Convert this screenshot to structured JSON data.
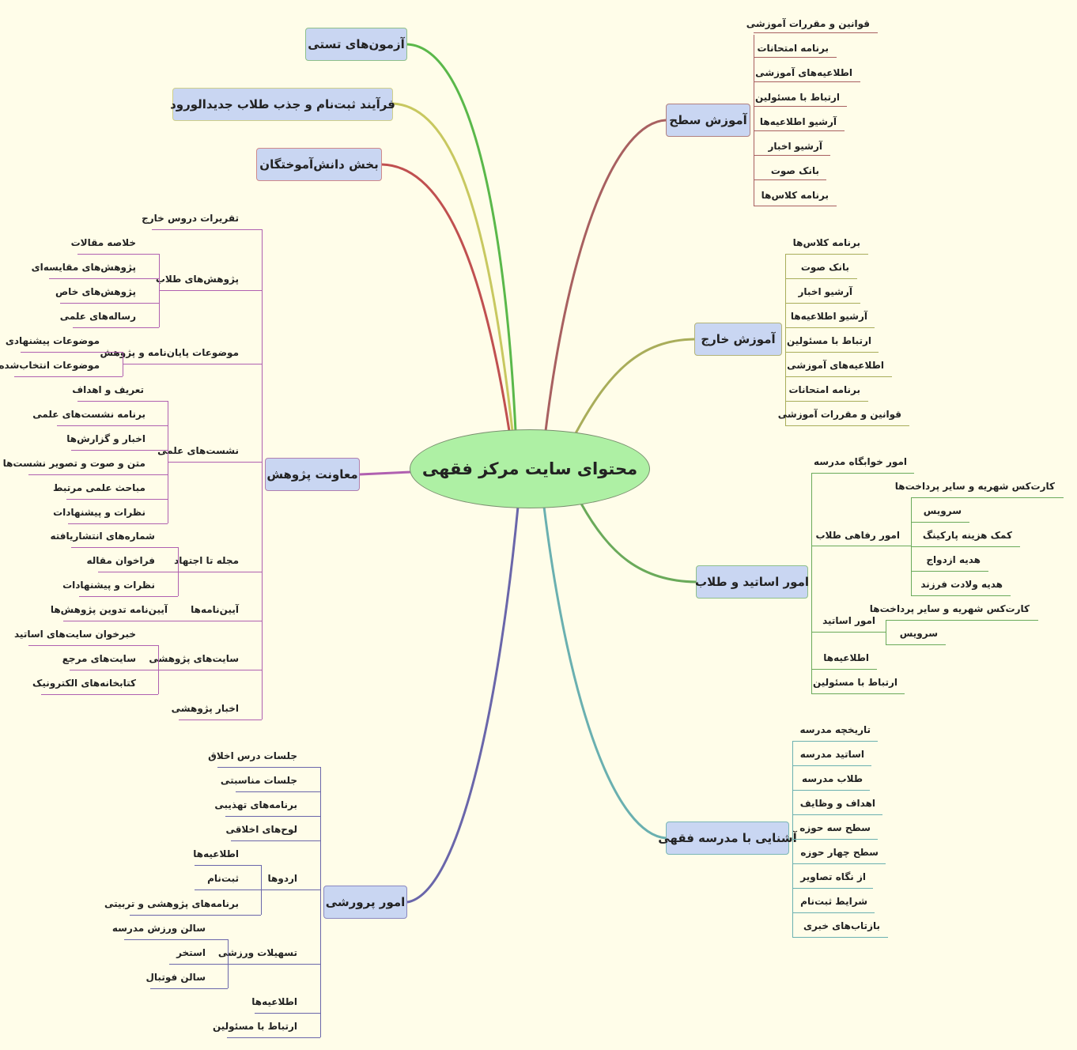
{
  "root": "محتوای سایت مرکز فقهی",
  "branches": {
    "azmoon": "آزمون‌های تستی",
    "sabtnam": "فرآیند ثبت‌نام و جذب طلاب جدیدالورود",
    "daneshamookhtegan": "بخش دانش‌آموختگان",
    "amoozesh_sath": {
      "title": "آموزش سطح",
      "items": [
        "قوانین و مقررات آموزشی",
        "برنامه امتحانات",
        "اطلاعیه‌های آموزشی",
        "ارتباط با مسئولین",
        "آرشیو اطلاعیه‌ها",
        "آرشیو اخبار",
        "بانک صوت",
        "برنامه کلاس‌ها"
      ]
    },
    "amoozesh_kharej": {
      "title": "آموزش خارج",
      "items": [
        "برنامه کلاس‌ها",
        "بانک صوت",
        "آرشیو اخبار",
        "آرشیو اطلاعیه‌ها",
        "ارتباط با مسئولین",
        "اطلاعیه‌های آموزشی",
        "برنامه امتحانات",
        "قوانین و مقررات آموزشی"
      ]
    },
    "asatid_tolab": {
      "title": "امور اساتید و طلاب",
      "khabgah": "امور خوابگاه مدرسه",
      "refahi": "امور رفاهی طلاب",
      "refahi_items": [
        "کارت‌کس شهریه و سایر پرداخت‌ها",
        "سرویس",
        "کمک هزینه پارکینگ",
        "هدیه ازدواج",
        "هدیه ولادت فرزند"
      ],
      "asatid": "امور اساتید",
      "asatid_items": [
        "کارت‌کس شهریه و سایر پرداخت‌ها",
        "سرویس"
      ],
      "etelaiyeha": "اطلاعیه‌ها",
      "ertebat": "ارتباط با مسئولین"
    },
    "ashnayi": {
      "title": "آشنایی با مدرسه فقهی",
      "items": [
        "تاریخچه مدرسه",
        "اساتید مدرسه",
        "طلاب مدرسه",
        "اهداف و وظایف",
        "سطح سه حوزه",
        "سطح چهار حوزه",
        "از نگاه تصاویر",
        "شرایط ثبت‌نام",
        "بازتاب‌های خبری"
      ]
    },
    "parvareshi": {
      "title": "امور پرورشی",
      "items": [
        "جلسات درس اخلاق",
        "جلسات مناسبتی",
        "برنامه‌های تهذیبی",
        "لوح‌های اخلاقی"
      ],
      "ordoha": "اردوها",
      "ordoha_items": [
        "اطلاعیه‌ها",
        "ثبت‌نام",
        "برنامه‌های پژوهشی و تربیتی"
      ],
      "varzeshi": "تسهیلات ورزشی",
      "varzeshi_items": [
        "سالن ورزش مدرسه",
        "استخر",
        "سالن فوتبال"
      ],
      "etelaiyeha": "اطلاعیه‌ها",
      "ertebat": "ارتباط با مسئولین"
    },
    "pazhoohesh": {
      "title": "معاونت پژوهش",
      "taghrirat": "تقریرات دروس خارج",
      "tolab_pazhoohesh": "پژوهش‌های طلاب",
      "tolab_items": [
        "خلاصه مقالات",
        "پژوهش‌های مقایسه‌ای",
        "پژوهش‌های خاص",
        "رساله‌های علمی"
      ],
      "payannameh": "موضوعات پایان‌نامه و پژوهش",
      "payannameh_items": [
        "موضوعات پیشنهادی",
        "موضوعات انتخاب‌شده"
      ],
      "neshast": "نشست‌های علمی",
      "neshast_items": [
        "تعریف و اهداف",
        "برنامه نشست‌های علمی",
        "اخبار و گزارش‌ها",
        "متن و صوت و تصویر نشست‌ها",
        "مباحث علمی مرتبط",
        "نظرات و پیشنهادات"
      ],
      "majalleh": "مجله تا اجتهاد",
      "majalleh_items": [
        "شماره‌های انتشاریافته",
        "فراخوان مقاله",
        "نظرات و پیشنهادات"
      ],
      "aeennameh": "آیین‌نامه‌ها",
      "aeennameh_item": "آیین‌نامه تدوین پژوهش‌ها",
      "sites": "سایت‌های پژوهشی",
      "sites_items": [
        "خبرخوان سایت‌های اساتید",
        "سایت‌های مرجع",
        "کتابخانه‌های الکترونیک"
      ],
      "akhbar": "اخبار پژوهشی"
    }
  },
  "colors": {
    "background": "#fffde9",
    "root_fill": "#aef0a4",
    "node_fill": "#c9d6f2",
    "sath": "#a86060",
    "kharej": "#a9ad5a",
    "asatid": "#6aaa5a",
    "ashnayi": "#6ab0b0",
    "parvareshi": "#6a66aa",
    "pazhoohesh": "#b060b0",
    "azmoon": "#5ab84a",
    "sabtnam": "#c8c860",
    "danesh": "#c05050"
  }
}
